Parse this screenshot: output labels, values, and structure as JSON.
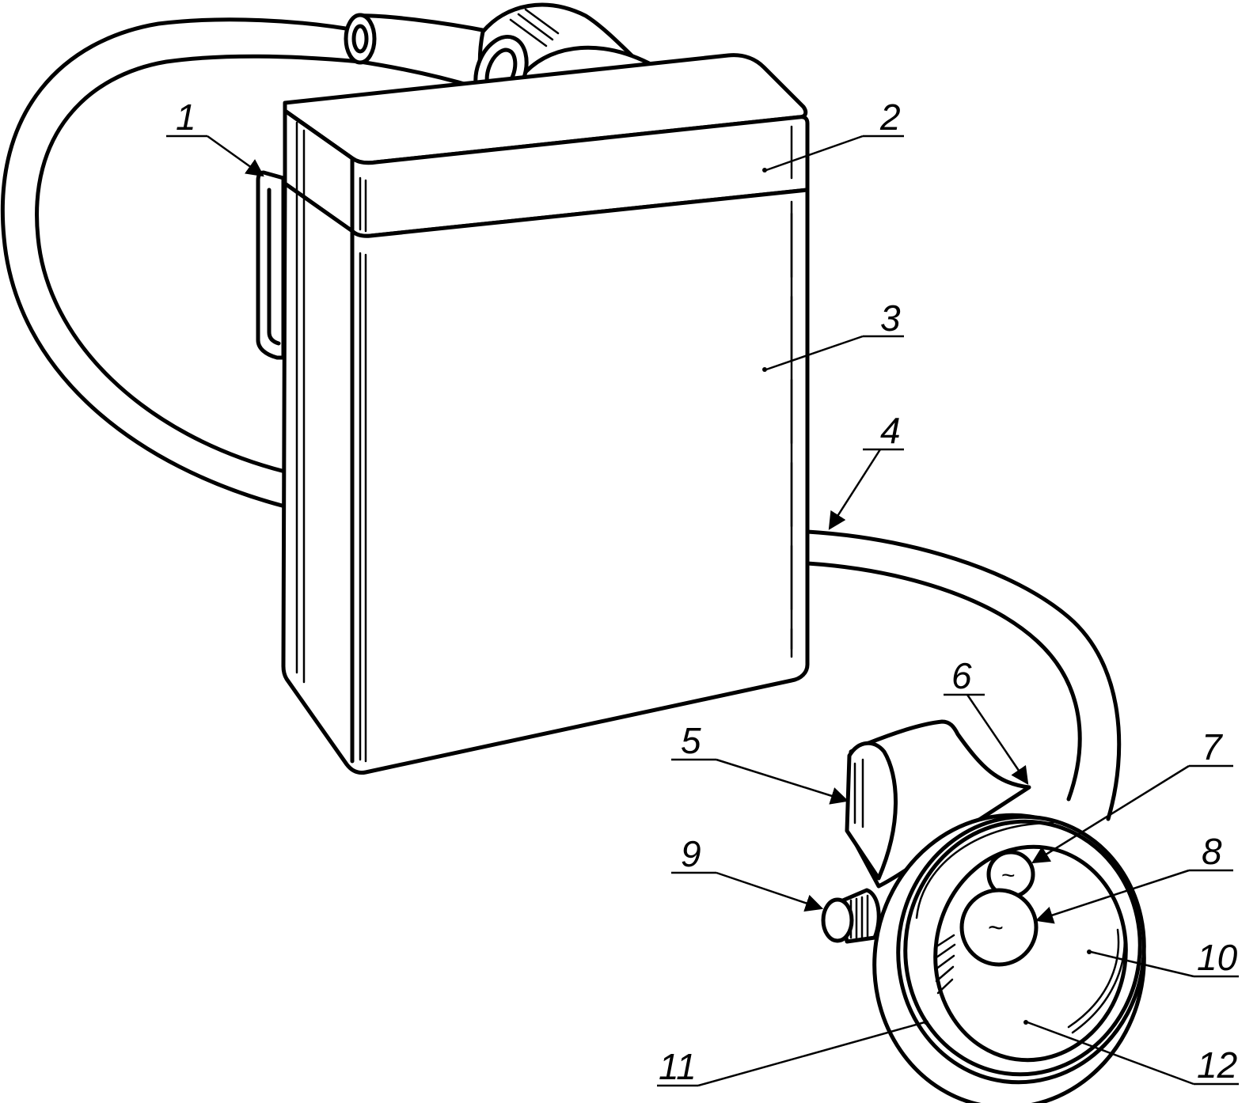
{
  "figure": {
    "labels": {
      "l1": "1",
      "l2": "2",
      "l3": "3",
      "l4": "4",
      "l5": "5",
      "l6": "6",
      "l7": "7",
      "l8": "8",
      "l9": "9",
      "l10": "10",
      "l11": "11",
      "l12": "12"
    },
    "symbols": {
      "ac_small": "~",
      "ac_large": "~"
    }
  }
}
